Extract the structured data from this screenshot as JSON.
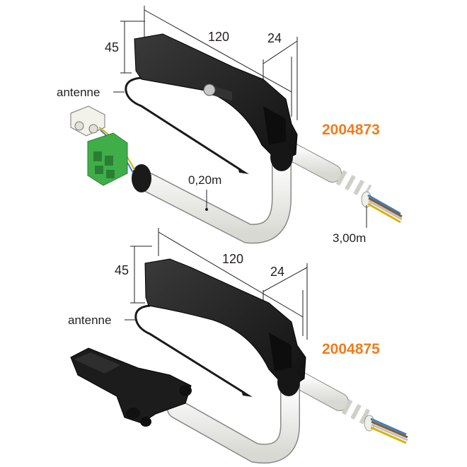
{
  "products": [
    {
      "code": "2004873",
      "dimensions": {
        "height": "45",
        "length": "120",
        "depth": "24"
      },
      "antenna_label": "antenne",
      "short_cable_length": "0,20m",
      "cable_length": "3,00m"
    },
    {
      "code": "2004875",
      "dimensions": {
        "height": "45",
        "length": "120",
        "depth": "24"
      },
      "antenna_label": "antenne"
    }
  ],
  "colors": {
    "accent": "#f07d1a",
    "housing": "#1f1f1f",
    "cable": "#f1f1ee",
    "connector_green": "#3fae49",
    "text": "#231f20"
  }
}
